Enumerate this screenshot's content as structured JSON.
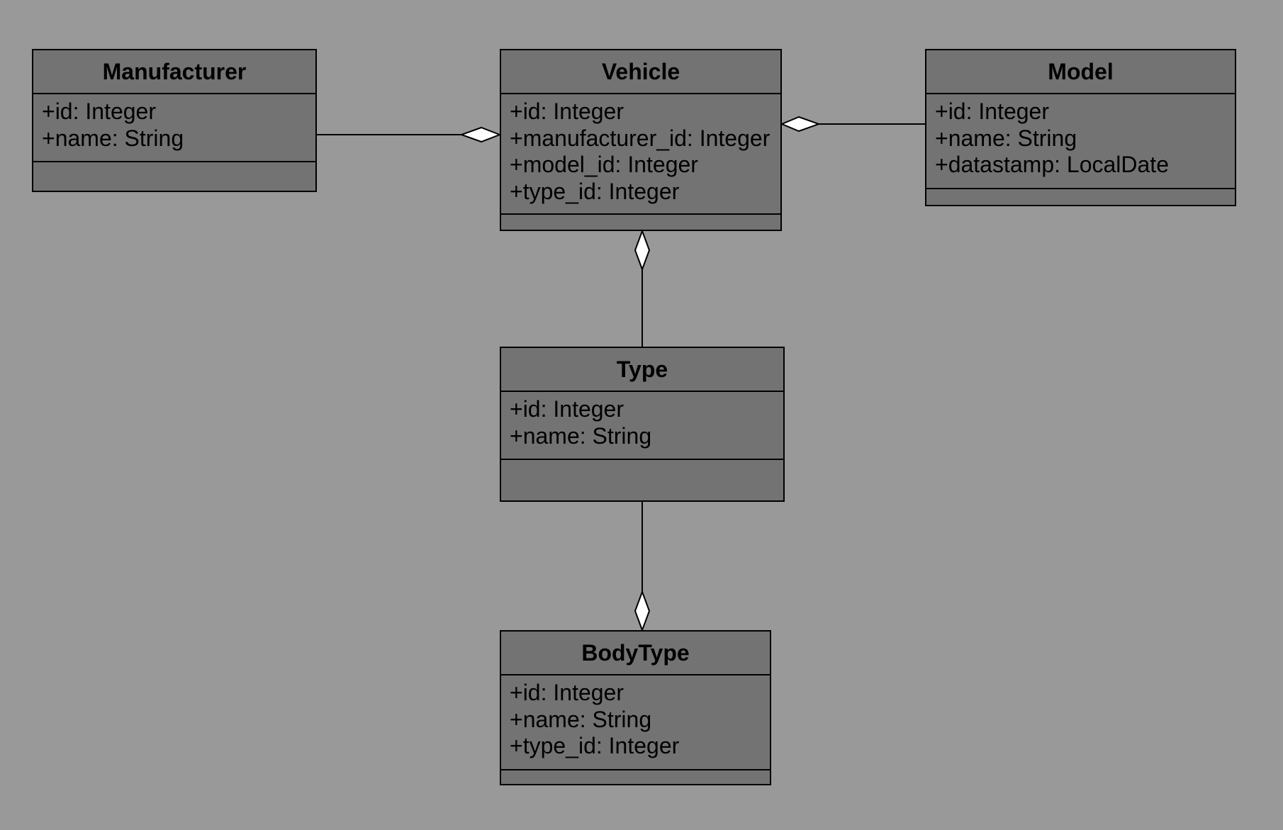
{
  "diagram": {
    "classes": {
      "manufacturer": {
        "name": "Manufacturer",
        "attributes": [
          "+id: Integer",
          "+name: String"
        ]
      },
      "vehicle": {
        "name": "Vehicle",
        "attributes": [
          "+id: Integer",
          "+manufacturer_id: Integer",
          "+model_id: Integer",
          "+type_id: Integer"
        ]
      },
      "model": {
        "name": "Model",
        "attributes": [
          "+id: Integer",
          "+name: String",
          "+datastamp: LocalDate"
        ]
      },
      "type": {
        "name": "Type",
        "attributes": [
          "+id: Integer",
          "+name: String"
        ]
      },
      "bodytype": {
        "name": "BodyType",
        "attributes": [
          "+id: Integer",
          "+name: String",
          "+type_id: Integer"
        ]
      }
    },
    "relations": [
      {
        "from": "Manufacturer",
        "to": "Vehicle",
        "kind": "aggregation"
      },
      {
        "from": "Model",
        "to": "Vehicle",
        "kind": "aggregation"
      },
      {
        "from": "Type",
        "to": "Vehicle",
        "kind": "aggregation"
      },
      {
        "from": "Type",
        "to": "BodyType",
        "kind": "aggregation"
      }
    ]
  }
}
